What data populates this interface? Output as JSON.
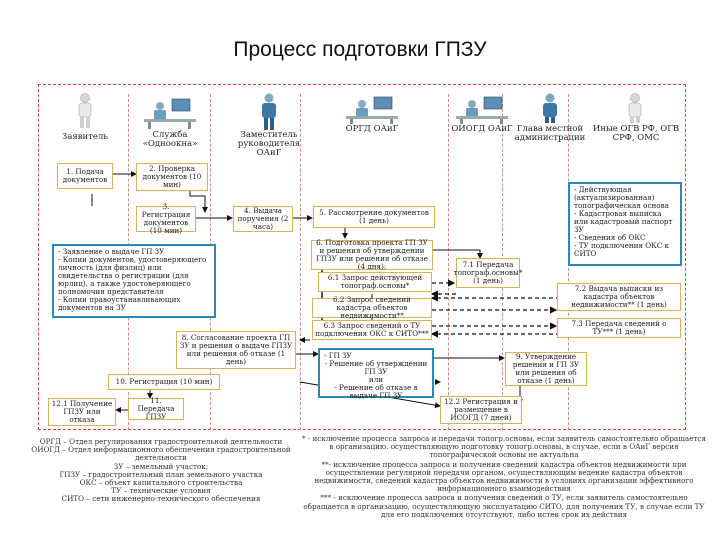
{
  "title": "Процесс подготовки ГПЗУ",
  "actors": [
    {
      "id": "applicant",
      "label": "Заявитель"
    },
    {
      "id": "one-window",
      "label": "Служба «Одноокна»"
    },
    {
      "id": "deputy",
      "label": "Заместитель руководителя ОАиГ"
    },
    {
      "id": "orgd",
      "label": "ОРГД ОАиГ"
    },
    {
      "id": "oiogd",
      "label": "ОИОГД ОАиГ"
    },
    {
      "id": "head",
      "label": "Глава местной администрации"
    },
    {
      "id": "other",
      "label": "Иные ОГВ РФ, ОГВ СРФ, ОМС"
    }
  ],
  "steps": {
    "s1": "1. Подача документов",
    "s2": "2. Проверка документов (10 мин)",
    "s3": "3. Регистрация документов (10 мин)",
    "s4": "4. Выдача поручения (2 часа)",
    "s5": "5. Рассмотрение документов (1 день)",
    "s6": "6. Подготовка проекта ГП ЗУ и решения об утверждении ГПЗУ или решения об отказе (4 дня):",
    "s6_1": "6.1 Запрос действующей топограф.основы*",
    "s7_1": "7.1 Передача топограф.основы* (1 день)",
    "s6_2": "6.2 Запрос сведений кадастра объектов недвижимости**",
    "s7_2": "7.2 Выдача выписки из кадастра объектов недвижимости** (1 день)",
    "s6_3": "6.3 Запрос сведений о ТУ подключения ОКС к СИТО***",
    "s7_3": "7.3 Передача сведений о ТУ*** (1 день)",
    "s8": "8. Согласование проекта ГП ЗУ и решения о выдаче ГПЗУ или решения об отказе (1 день)",
    "s9": "9. Утверждение решения и ГП ЗУ или решения об отказе (1 день)",
    "s10": "10. Регистрация (10 мин)",
    "s11": "11. Передача ГПЗУ",
    "s12_1": "12.1 Получение ГПЗУ или отказа",
    "s12_2": "12.2 Регистрация и размещение в ИСОГД (7 дней)"
  },
  "docs_box": [
    "- Заявление о выдаче ГП ЗУ",
    "- Копии документов, удостоверяющего личность (для физлиц) или свидетельства о регистрации (для юрлиц), а также удостоверяющего полномочия представителя",
    "- Копии правоустанавливающих документов на ЗУ"
  ],
  "sources_box": [
    "- Действующая (актуализированная) топографическая основа",
    "- Кадастровая выписка или кадастровый паспорт ЗУ",
    "- Сведения об ОКС",
    "- ТУ подключения ОКС к СИТО"
  ],
  "result_box": [
    "- ГП ЗУ",
    "- Решение об утверждении ГП ЗУ",
    "или",
    "- Решение об отказе в выдаче ГП ЗУ"
  ],
  "legend": [
    "ОРГД – Отдел регулирования градостроительной деятельности",
    "ОИОГД – Отдел информационного обеспечения градостроительной деятельности",
    "ЗУ – земельный участок;",
    "ГПЗУ – градостроительный план земельного участка",
    "ОКС – объект капитального строительства",
    "ТУ – технические условия",
    "СИТО – сети инженерно-технического обеспечения"
  ],
  "footnotes": [
    "* - исключение процесса запроса и передачи топогр.основы, если заявитель самостоятельно обращается в организацию, осуществляющую подготовку топогр.основы, в случае, если в ОАиГ версия топографической основы не актуальна",
    "**- исключение процесса запроса и получения сведений кадастра объектов недвижимости при осуществлении регулярной передачи органом, осуществляющим ведение кадастра объектов недвижимости, сведений кадастра объектов недвижимости в условиях организации эффективного информационного взаимодействия",
    "*** - исключение процесса запроса и получения сведений о ТУ, если заявитель самостоятельно обращается в организацию, осуществляющую эксплуатацию СИТО, для получения ТУ, в случае если ТУ для его подключения отсутствуют, либо истек срок их действия"
  ]
}
